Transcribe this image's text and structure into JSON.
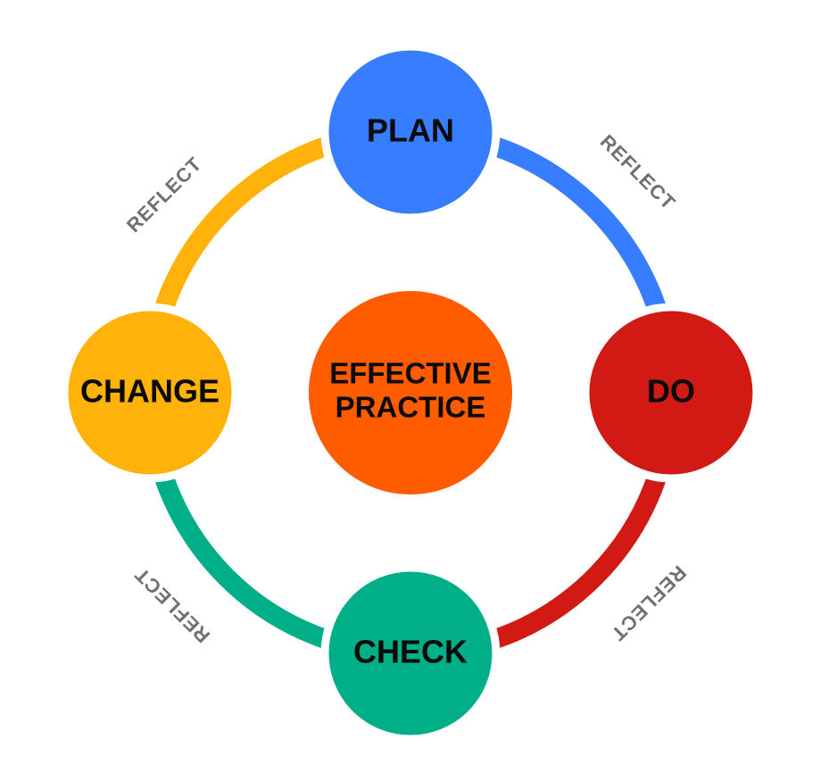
{
  "title": "Effective Practice Cycle",
  "center": {
    "line1": "EFFECTIVE",
    "line2": "PRACTICE",
    "color": "#FF5C00"
  },
  "nodes": [
    {
      "label": "PLAN",
      "color": "#377DFF"
    },
    {
      "label": "DO",
      "color": "#D11A14"
    },
    {
      "label": "CHECK",
      "color": "#00AE87"
    },
    {
      "label": "CHANGE",
      "color": "#FFB20A"
    }
  ],
  "arcs": [
    {
      "label": "REFLECT",
      "color": "#377DFF"
    },
    {
      "label": "REFLECT",
      "color": "#D11A14"
    },
    {
      "label": "REFLECT",
      "color": "#00AE87"
    },
    {
      "label": "REFLECT",
      "color": "#FFB20A"
    }
  ]
}
